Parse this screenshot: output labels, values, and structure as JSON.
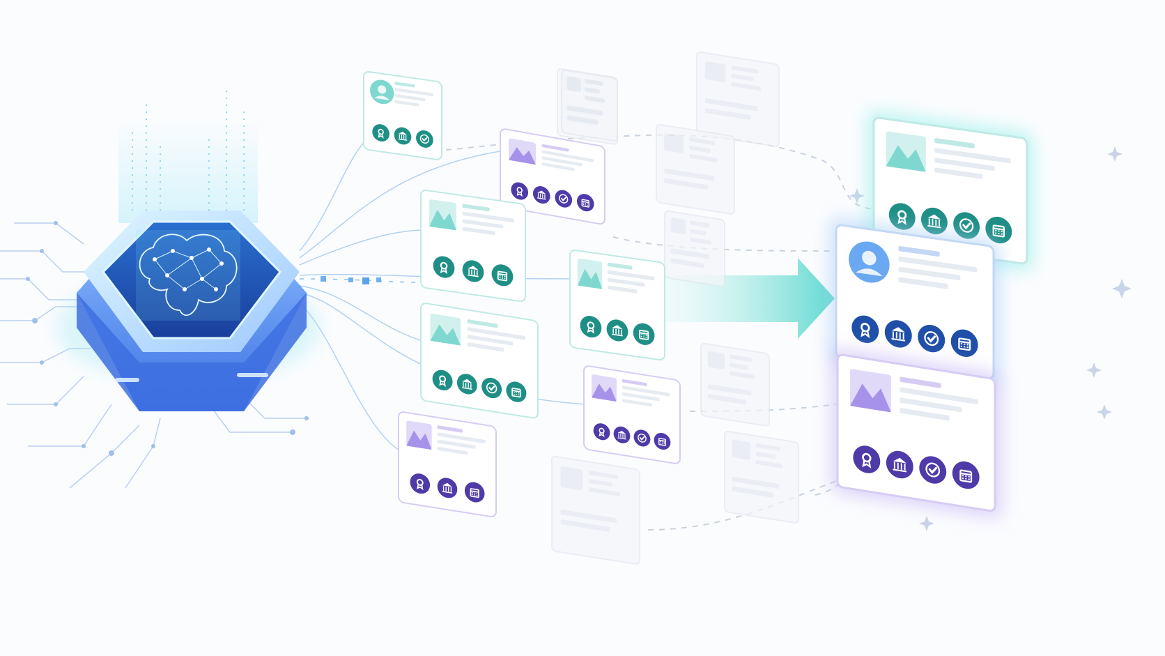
{
  "palette": {
    "background": "#fbfcfe",
    "teal": "#3dbdb0",
    "teal_dark": "#1f8f86",
    "blue": "#3a86e8",
    "blue_dark": "#1f4fa8",
    "purple": "#8a6be0",
    "purple_dark": "#4f3aa8",
    "faded": "#e3e8ef",
    "connector": "#9fc4e8"
  },
  "hub": {
    "icon": "brain-network-icon",
    "base_color": "#4f8ff0",
    "glow_color": "#9fe8f0"
  },
  "flow_arrow": {
    "icon": "arrow-right-icon",
    "color": "#5fd9cf"
  },
  "icon_names": {
    "award": "award-badge-icon",
    "bank": "institution-icon",
    "check": "verified-check-icon",
    "calendar": "calendar-icon"
  },
  "source_cards": [
    {
      "name": "card-profile-small",
      "media": "avatar",
      "accent": "teal",
      "icons": [
        "award",
        "bank",
        "check"
      ]
    },
    {
      "name": "card-image-purple-top",
      "media": "image",
      "accent": "purple",
      "icons": [
        "award",
        "bank",
        "check",
        "calendar"
      ]
    },
    {
      "name": "card-image-teal-1",
      "media": "image",
      "accent": "teal",
      "icons": [
        "award",
        "bank",
        "calendar"
      ]
    },
    {
      "name": "card-image-teal-2",
      "media": "image",
      "accent": "teal",
      "icons": [
        "award",
        "bank",
        "calendar"
      ]
    },
    {
      "name": "card-image-teal-3",
      "media": "image",
      "accent": "teal",
      "icons": [
        "award",
        "bank",
        "check",
        "calendar"
      ]
    },
    {
      "name": "card-image-purple-mid",
      "media": "image",
      "accent": "purple",
      "icons": [
        "award",
        "bank",
        "check",
        "calendar"
      ]
    },
    {
      "name": "card-image-purple-bottom",
      "media": "image",
      "accent": "purple",
      "icons": [
        "award",
        "bank",
        "calendar"
      ]
    }
  ],
  "faded_cards": 8,
  "output_cards": [
    {
      "name": "result-card-teal",
      "media": "image",
      "accent": "teal",
      "icons": [
        "award",
        "bank",
        "check",
        "calendar"
      ]
    },
    {
      "name": "result-card-blue",
      "media": "avatar",
      "accent": "blue",
      "icons": [
        "award",
        "bank",
        "check",
        "calendar"
      ]
    },
    {
      "name": "result-card-purple",
      "media": "image",
      "accent": "purple",
      "icons": [
        "award",
        "bank",
        "check",
        "calendar"
      ]
    }
  ]
}
